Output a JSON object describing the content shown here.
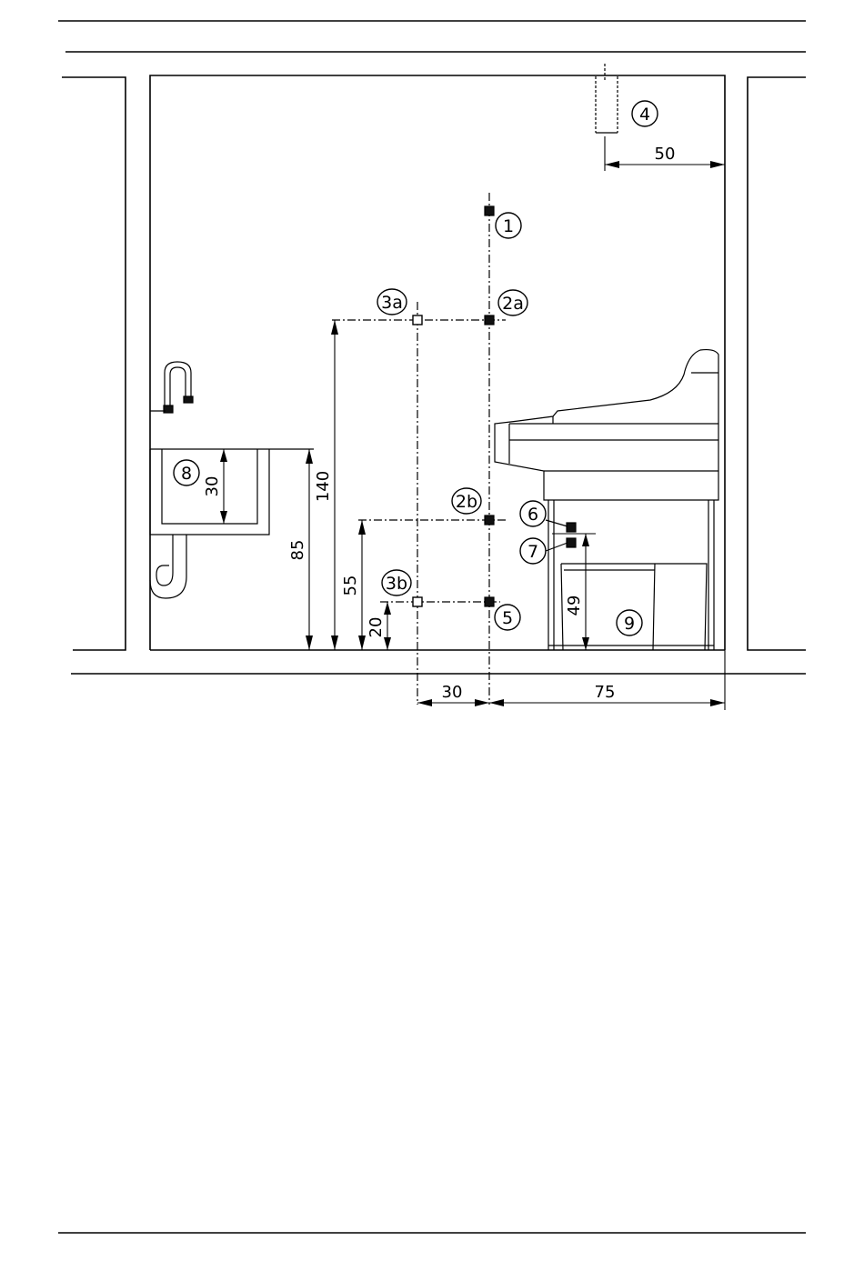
{
  "callouts": {
    "c1": "1",
    "c2a": "2a",
    "c2b": "2b",
    "c3a": "3a",
    "c3b": "3b",
    "c4": "4",
    "c5": "5",
    "c6": "6",
    "c7": "7",
    "c8": "8",
    "c9": "9"
  },
  "dimensions": {
    "d50": "50",
    "d140": "140",
    "d85": "85",
    "d55": "55",
    "d20": "20",
    "d30_sink": "30",
    "d49": "49",
    "d30_bottom": "30",
    "d75": "75"
  }
}
